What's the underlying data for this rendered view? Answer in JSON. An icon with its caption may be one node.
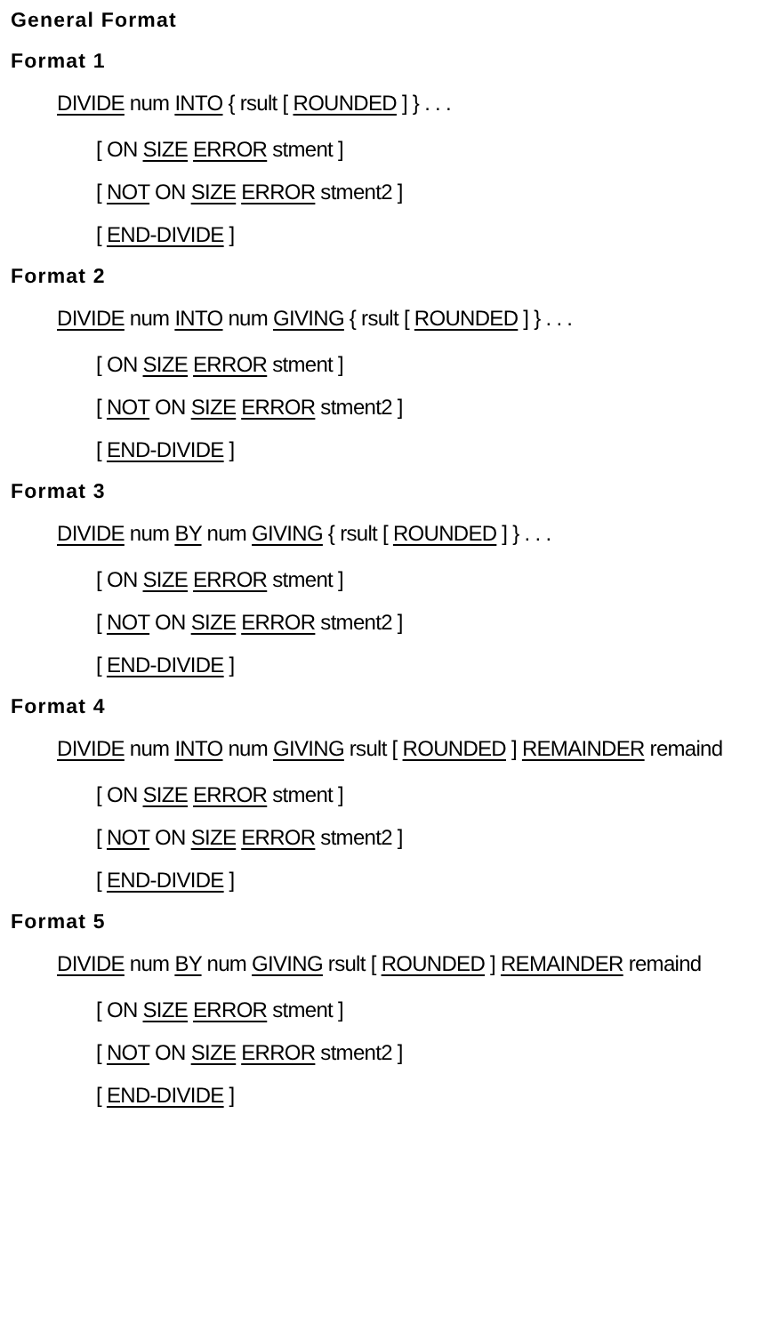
{
  "diagram": {
    "title": "General Format",
    "labels": [
      "Format 1",
      "**DIVIDE** num **INTO** { rsult [ **ROUNDED** ] } . . .",
      "[ ON **SIZE** **ERROR** stment ]",
      "[ **NOT** ON **SIZE** **ERROR** stment2 ]",
      "[ **END-DIVIDE** ]",
      "Format 2",
      "**DIVIDE** num **INTO** num **GIVING** { rsult [ **ROUNDED** ] } . . .",
      "[ ON **SIZE** **ERROR** stment ]",
      "[ **NOT** ON **SIZE** **ERROR** stment2 ]",
      "[ **END-DIVIDE** ]",
      "Format 3",
      "**DIVIDE** num **BY** num **GIVING** { rsult [ **ROUNDED** ] } . . .",
      "[ ON **SIZE** **ERROR** stment ]",
      "[ **NOT** ON **SIZE** **ERROR** stment2 ]",
      "[ **END-DIVIDE** ]",
      "Format 4",
      "**DIVIDE** num **INTO** num **GIVING** rsult [ **ROUNDED** ] **REMAINDER** remaind",
      "[ ON **SIZE** **ERROR** stment ]",
      "[ **NOT** ON **SIZE** **ERROR** stment2 ]",
      "[ **END-DIVIDE** ]",
      "Format 5",
      "**DIVIDE** num **BY** num **GIVING** rsult [ **ROUNDED** ] **REMAINDER** remaind",
      "[ ON **SIZE** **ERROR** stment ]",
      "[ **NOT** ON **SIZE** **ERROR** stment2 ]",
      "[ **END-DIVIDE** ]"
    ]
  }
}
